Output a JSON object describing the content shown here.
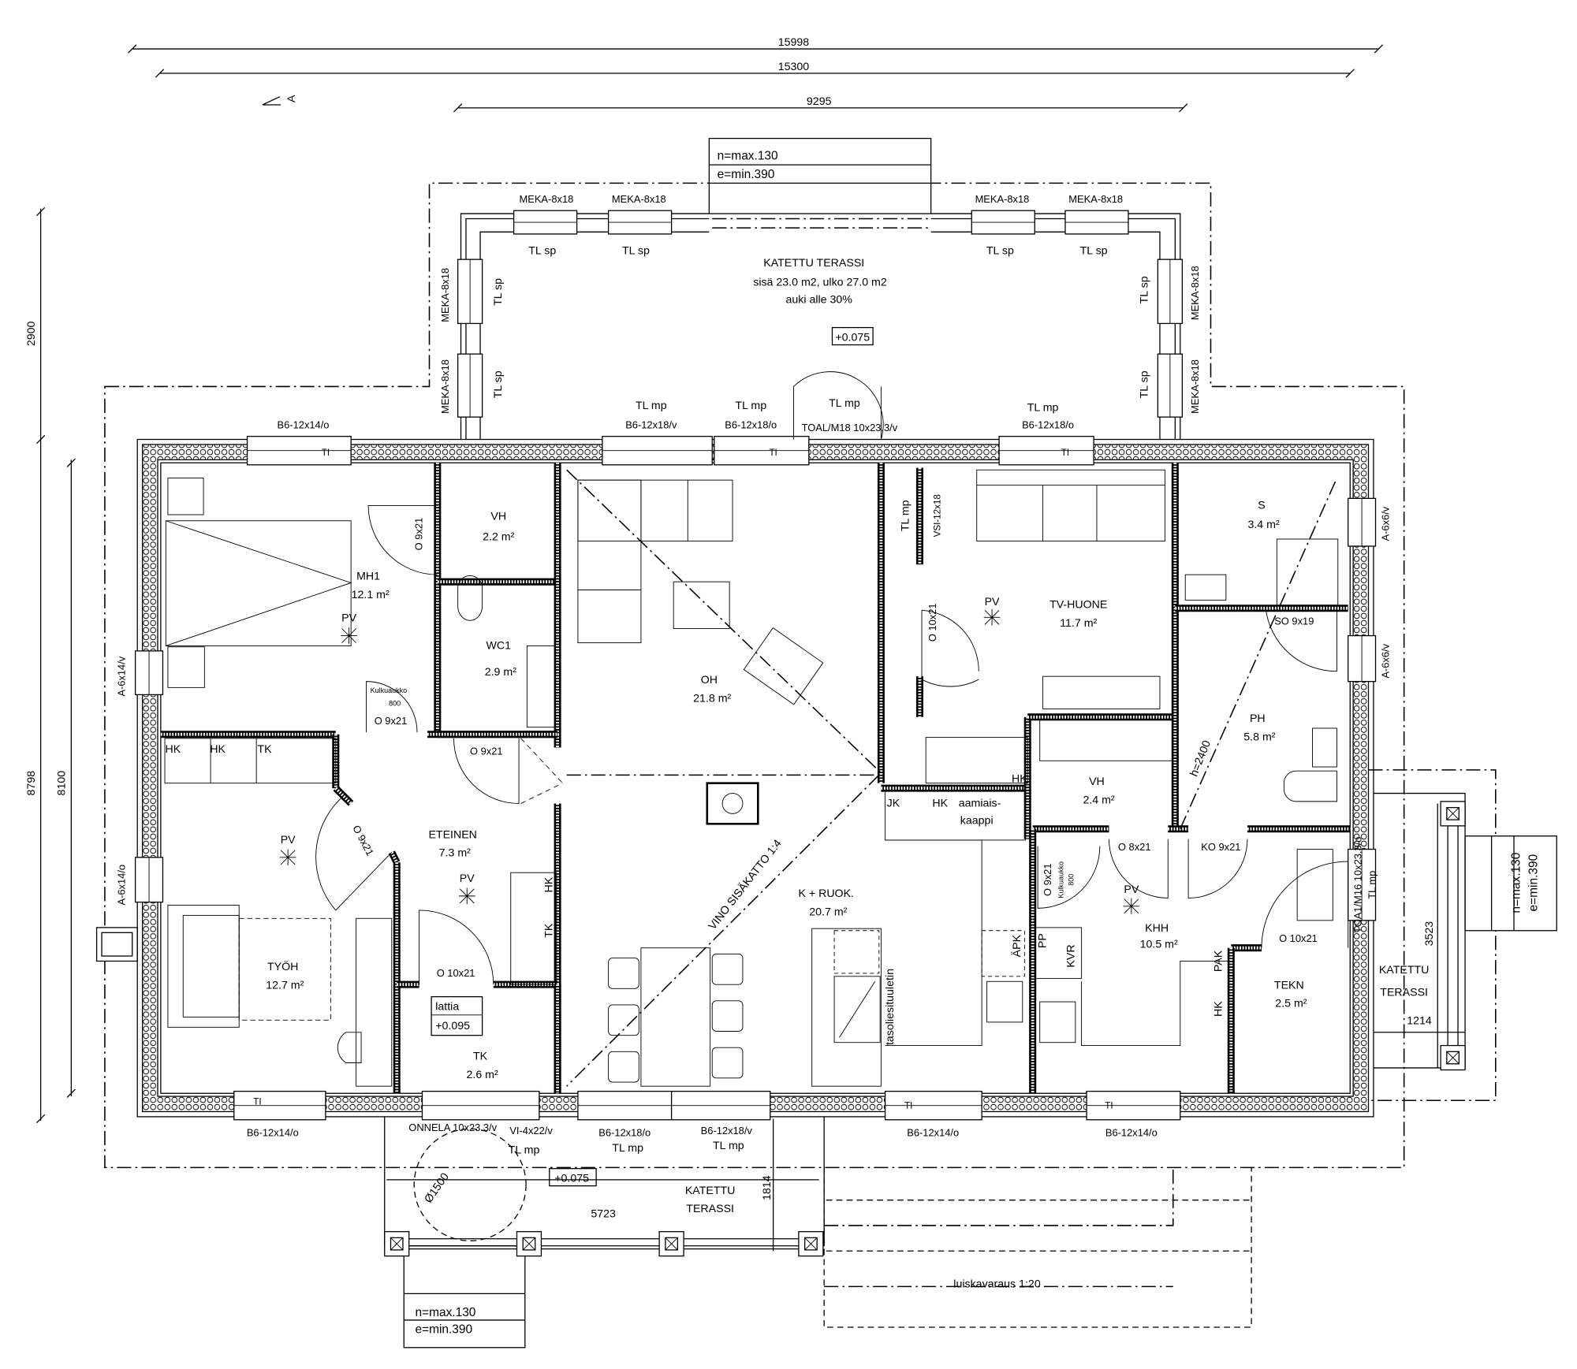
{
  "dims": {
    "d15998": "15998",
    "d15300": "15300",
    "d9295": "9295",
    "d2900": "2900",
    "d8798": "8798",
    "d8100": "8100",
    "d5723": "5723",
    "d1814": "1814",
    "d3523": "3523",
    "d1214": "1214"
  },
  "compass": "A",
  "stairs": [
    {
      "rise": "n=max.130",
      "tread": "e=min.390"
    },
    {
      "rise": "n=max.130",
      "tread": "e=min.390"
    },
    {
      "rise": "n=max.130",
      "tread": "e=min.390"
    }
  ],
  "terrace_north": {
    "title": "KATETTU TERASSI",
    "areas": "sisä 23.0 m2, ulko 27.0 m2",
    "openness": "auki alle 30%",
    "level": "+0.075",
    "windows": [
      "MEKA-8x18",
      "MEKA-8x18",
      "MEKA-8x18",
      "MEKA-8x18",
      "MEKA-8x18",
      "MEKA-8x18",
      "MEKA-8x18",
      "MEKA-8x18"
    ],
    "tl": [
      "TL sp",
      "TL sp",
      "TL sp",
      "TL sp",
      "TL sp",
      "TL sp",
      "TL sp",
      "TL sp"
    ]
  },
  "terrace_south": {
    "title_1": "KATETTU",
    "title_2": "TERASSI",
    "level": "+0.075",
    "turn_circle": "Ø1500"
  },
  "terrace_east": {
    "title_1": "KATETTU",
    "title_2": "TERASSI"
  },
  "ramp": "luiskavaraus 1:20",
  "openings": {
    "n1": "B6-12x14/o",
    "n2a": "TL mp",
    "n2b": "B6-12x18/v",
    "n3a": "TL mp",
    "n3b": "B6-12x18/o",
    "n4a": "TL mp",
    "n4b": "TOAL/M18 10x23.3/v",
    "n5a": "TL mp",
    "n5b": "B6-12x18/o",
    "w1": "A-6x14/v",
    "w2": "A-6x14/o",
    "e1": "A-6x6/v",
    "e2": "A-6x6/v",
    "e3a": "TOA1/M16 10x23.3/o",
    "e3b": "TL mp",
    "s1": "B6-12x14/o",
    "s2": "ONNELA 10x23.3/v",
    "s3a": "VI-4x22/v",
    "s3b": "TL mp",
    "s4a": "B6-12x18/o",
    "s4b": "TL mp",
    "s5a": "B6-12x18/v",
    "s5b": "TL mp",
    "s6": "B6-12x14/o",
    "s7": "B6-12x14/o",
    "ti": "TI"
  },
  "doors": {
    "mh1_vh": "O 9x21",
    "mh1_passage_a": "Kulkuaukko",
    "mh1_passage_b": "800",
    "mh1_passage_c": "O 9x21",
    "wc1": "O 9x21",
    "tyoh": "O 9x21",
    "tk": "O 10x21",
    "tv": "O 10x21",
    "tv_window_a": "TL mp",
    "tv_window_b": "VSI-12x18",
    "so": "SO 9x19",
    "vh2": "O 8x21",
    "ko": "KO 9x21",
    "khh_a": "O 9x21",
    "khh_b": "Kulkuaukko",
    "khh_c": "800",
    "tekn": "O 10x21"
  },
  "rooms": {
    "vh1": {
      "name": "VH",
      "area": "2.2 m²"
    },
    "mh1": {
      "name": "MH1",
      "area": "12.1 m²"
    },
    "wc1": {
      "name": "WC1",
      "area": "2.9 m²"
    },
    "oh": {
      "name": "OH",
      "area": "21.8 m²"
    },
    "tv": {
      "name": "TV-HUONE",
      "area": "11.7 m²"
    },
    "s": {
      "name": "S",
      "area": "3.4 m²"
    },
    "ph": {
      "name": "PH",
      "area": "5.8 m²"
    },
    "vh2": {
      "name": "VH",
      "area": "2.4 m²"
    },
    "eteinen": {
      "name": "ETEINEN",
      "area": "7.3 m²"
    },
    "tyoh": {
      "name": "TYÖH",
      "area": "12.7 m²"
    },
    "tk": {
      "name": "TK",
      "area": "2.6 m²"
    },
    "kruok": {
      "name": "K + RUOK.",
      "area": "20.7 m²"
    },
    "khh": {
      "name": "KHH",
      "area": "10.5 m²"
    },
    "tekn": {
      "name": "TEKN",
      "area": "2.5 m²"
    }
  },
  "fixtures": {
    "pv": "PV",
    "hk": "HK",
    "tk": "TK",
    "jk": "JK",
    "aamiais_1": "aamiais-",
    "aamiais_2": "kaappi",
    "apk": "ÄPK",
    "pp": "PP",
    "kvr": "KVR",
    "pak": "PAK",
    "tasoliesi": "tasoliesituuletin",
    "ceiling": "VINO SISÄKATTO 1:4",
    "ceiling_height": "h=2400",
    "floor_label": "lattia",
    "floor_level": "+0.095"
  }
}
